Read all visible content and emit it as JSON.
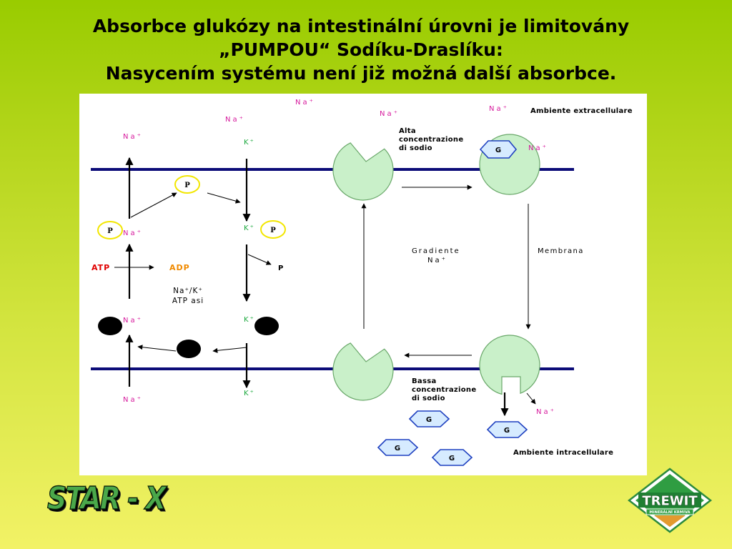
{
  "slide": {
    "title": {
      "line1": "Absorbce glukózy na intestinální úrovni je limitovány",
      "line2": "„PUMPOU“ Sodíku-Draslíku:",
      "line3": "Nasycením systému není již možná další absorbce."
    }
  },
  "diagram": {
    "ions": {
      "sodium": "Na⁺",
      "potassium": "K⁺"
    },
    "phosphate": "P",
    "atp": "ATP",
    "adp": "ADP",
    "enzyme": {
      "line1": "Na⁺/K⁺",
      "line2": "ATP asi"
    },
    "glucose": "G",
    "high_sodium": {
      "line1": "Alta",
      "line2": "concentrazione",
      "line3": "di sodio"
    },
    "low_sodium": {
      "line1": "Bassa",
      "line2": "concentrazione",
      "line3": "di sodio"
    },
    "gradient": "Gradiente",
    "membrane_label": "Membrana",
    "extracellular": "Ambiente extracellulare",
    "intracellular": "Ambiente intracellulare"
  },
  "logos": {
    "left": "STAR - X",
    "right": {
      "name": "TREWIT",
      "tagline": "MINERÁLNÍ KRMIVA"
    }
  },
  "colors": {
    "background_top": "#99cc00",
    "background_bottom": "#f2f266",
    "membrane": "#0c0c78",
    "sodium_label": "#d6189c",
    "potassium_label": "#1aa83c",
    "atp_label": "#e00000",
    "adp_label": "#f08a00",
    "phosphate_ring": "#f2e600",
    "transporter_fill": "#c9f0c9",
    "transporter_stroke": "#6aa86a",
    "glucose_fill": "#d6ebff",
    "glucose_stroke": "#1e40c0",
    "logo_star": "#4aa84a",
    "logo_trewit": "#2f9d42"
  }
}
